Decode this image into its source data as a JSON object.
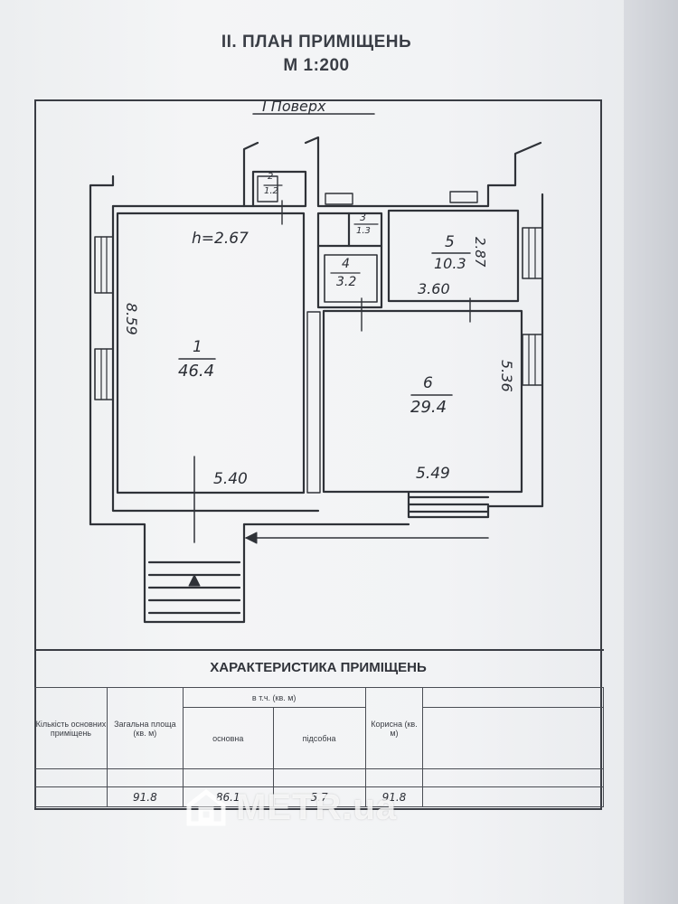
{
  "document": {
    "title": "II. ПЛАН ПРИМІЩЕНЬ",
    "scale": "М 1:200",
    "floor_label": "I Поверх"
  },
  "plan": {
    "ceiling_height": "h=2.67",
    "rooms": [
      {
        "number": "1",
        "area": "46.4"
      },
      {
        "number": "2",
        "area": "1.2"
      },
      {
        "number": "3",
        "area": "1.3"
      },
      {
        "number": "4",
        "area": "3.2"
      },
      {
        "number": "5",
        "area": "10.3"
      },
      {
        "number": "6",
        "area": "29.4"
      }
    ],
    "dimensions": {
      "room1_height": "8.59",
      "room1_width": "5.40",
      "room5_width": "3.60",
      "room5_height": "2.87",
      "room6_width": "5.49",
      "room6_height": "5.36"
    }
  },
  "characteristics": {
    "heading": "ХАРАКТЕРИСТИКА ПРИМІЩЕНЬ",
    "headers": {
      "count": "Кількість основних приміщень",
      "total": "Загальна площа (кв. м)",
      "including": "в т.ч. (кв. м)",
      "main": "основна",
      "auxiliary": "підсобна",
      "useful": "Корисна (кв. м)"
    },
    "values": {
      "count": "",
      "total": "91.8",
      "main": "86.1",
      "auxiliary": "5.7",
      "useful": "91.8"
    }
  },
  "watermark": {
    "text": "METR.ua"
  }
}
